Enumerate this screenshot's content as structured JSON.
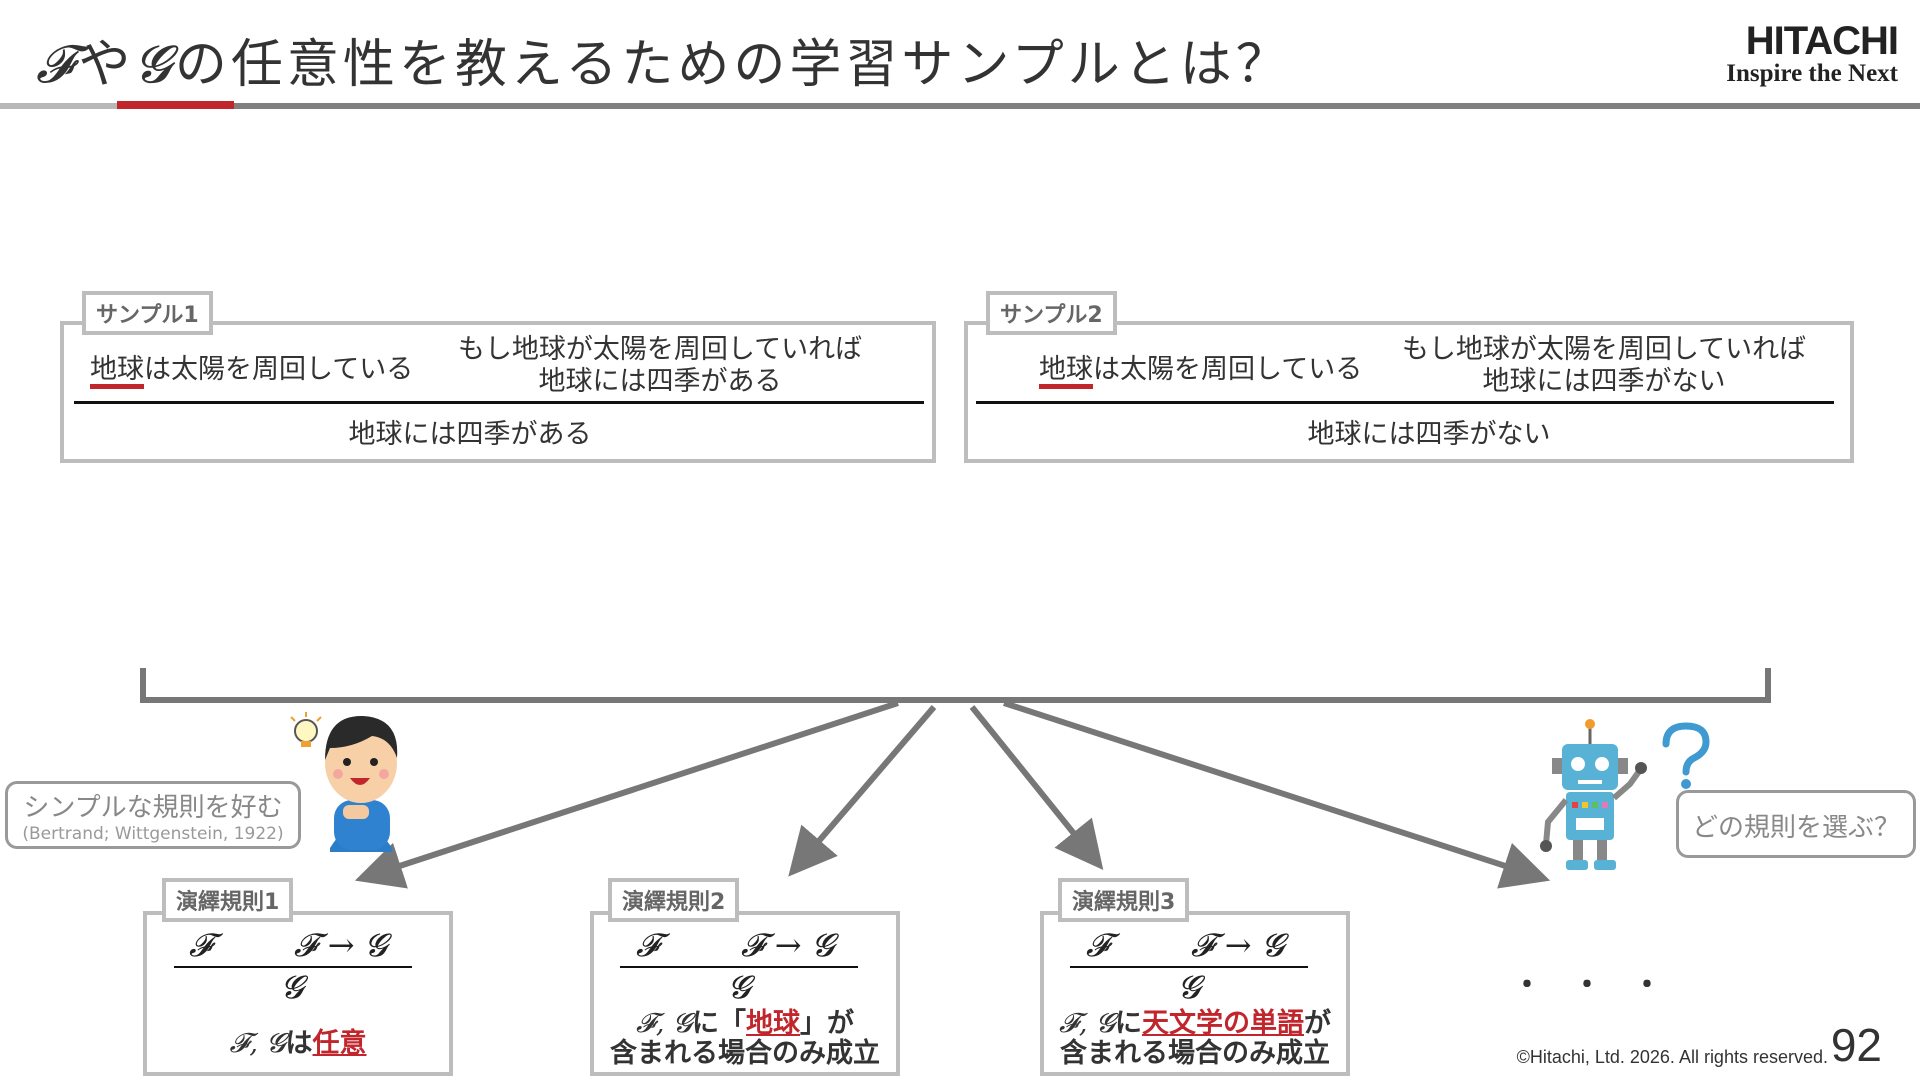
{
  "header": {
    "title_F": "𝓕",
    "title_mid": "や",
    "title_G": "𝓖",
    "title_rest": "の任意性を教えるための学習サンプルとは？",
    "logo_main": "HITACHI",
    "logo_sub": "Inspire the Next"
  },
  "samples": [
    {
      "tag": "サンプル1",
      "premise_left": "地球は太陽を周回している",
      "premise_right_1": "もし地球が太陽を周回していれば",
      "premise_right_2": "地球には四季がある",
      "conclusion": "地球には四季がある"
    },
    {
      "tag": "サンプル2",
      "premise_left": "地球は太陽を周回している",
      "premise_right_1": "もし地球が太陽を周回していれば",
      "premise_right_2": "地球には四季がない",
      "conclusion": "地球には四季がない"
    }
  ],
  "human_bubble": {
    "main": "シンプルな規則を好む",
    "sub": "(Bertrand; Wittgenstein, 1922)"
  },
  "robot_bubble": "どの規則を選ぶ？",
  "rules": [
    {
      "tag": "演繹規則1",
      "premise_1": "𝓕",
      "premise_2": "𝓕 → 𝓖",
      "conclusion": "𝓖",
      "desc_math": "𝓕, 𝓖",
      "desc_1": "は",
      "desc_red": "任意"
    },
    {
      "tag": "演繹規則2",
      "premise_1": "𝓕",
      "premise_2": "𝓕 → 𝓖",
      "conclusion": "𝓖",
      "desc_math": "𝓕, 𝓖",
      "desc_1": "に「",
      "desc_red": "地球",
      "desc_2": "」が",
      "desc_line2": "含まれる場合のみ成立"
    },
    {
      "tag": "演繹規則3",
      "premise_1": "𝓕",
      "premise_2": "𝓕 → 𝓖",
      "conclusion": "𝓖",
      "desc_math": "𝓕, 𝓖",
      "desc_1": "に",
      "desc_red": "天文学の単語",
      "desc_2": "が",
      "desc_line2": "含まれる場合のみ成立"
    }
  ],
  "ellipsis": "・　・　・",
  "footer": {
    "copyright": "©Hitachi, Ltd. 2026. All rights reserved.",
    "page": "92"
  },
  "colors": {
    "accent_red": "#c0262c",
    "border_grey": "#bdbdbd",
    "arrow_grey": "#777777"
  },
  "icons": [
    "person-illustration",
    "lightbulb-icon",
    "robot-illustration",
    "question-mark-icon"
  ]
}
